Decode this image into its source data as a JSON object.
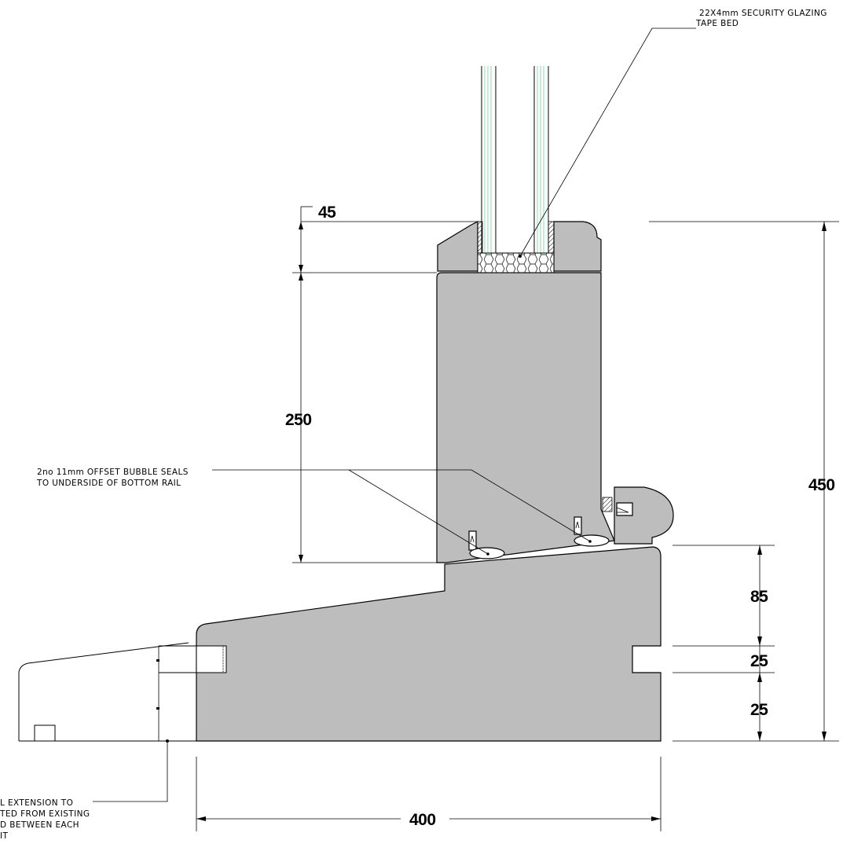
{
  "dimensions": {
    "rebate": "45",
    "rail_height": "250",
    "total_height": "450",
    "sill_step": "85",
    "groove": "25",
    "groove_base": "25",
    "sill_width": "400"
  },
  "notes": {
    "glazing_line1": "22X4mm SECURITY GLAZING",
    "glazing_line2": "TAPE BED",
    "seals_line1": "2no 11mm OFFSET BUBBLE SEALS",
    "seals_line2": "TO UNDERSIDE OF BOTTOM RAIL",
    "ext_line1": "L EXTENSION TO",
    "ext_line2": "TED FROM EXISTING",
    "ext_line3": "D BETWEEN EACH",
    "ext_line4": "IT"
  },
  "colors": {
    "section_fill": "#bdbdbd",
    "glass_lines": "#8fd9b4",
    "line": "#000000"
  }
}
